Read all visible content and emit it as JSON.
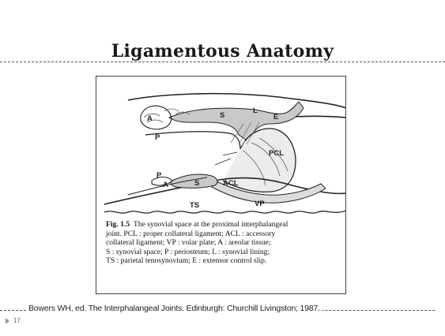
{
  "slide": {
    "title": "Ligamentous Anatomy",
    "figure": {
      "labels": {
        "A_top": "A",
        "S_top": "S",
        "L": "L",
        "E": "E",
        "P_top": "P",
        "PCL": "PCL",
        "P_bottom": "P",
        "A_bottom": "A",
        "S_bottom": "S",
        "ACL": "ACL",
        "VP": "VP",
        "TS": "TS"
      },
      "caption": {
        "fig_number": "Fig. 1.5",
        "line1": "The synovial space at the proximal interphalangeal",
        "line2": "joint. PCL : proper collateral ligament; ACL : accessory",
        "line3": "collateral ligament; VP : volar plate; A : areolar tissue;",
        "line4": "S : synovial space; P : periosteum; L : synovial lining;",
        "line5": "TS : parietal tenosynovium; E : extensor control slip."
      }
    },
    "citation": "Bowers WH,  ed. The Interphalangeal Joints. Edinburgh: Churchill Livingston;  1987.",
    "page_number": "17",
    "colors": {
      "rule": "#555555",
      "text": "#1a1a1a"
    }
  }
}
